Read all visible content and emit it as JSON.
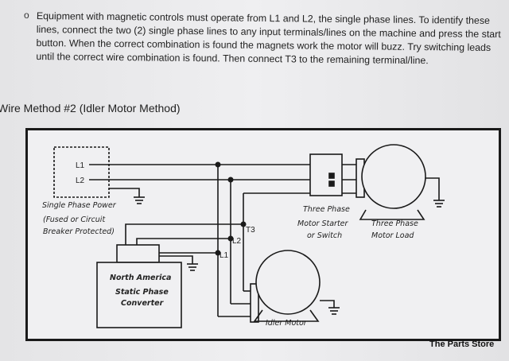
{
  "text": {
    "bullet": "o",
    "paragraph": "Equipment with magnetic controls must operate from L1 and L2, the single phase lines. To identify these lines, connect the two (2) single phase lines to any input terminals/lines on the machine and press the start button. When the correct combination is found the magnets work the motor will buzz. Try switching leads until the correct wire combination is found. Then connect T3 to the remaining terminal/line.",
    "heading": "Wire Method #2 (Idler Motor Method)"
  },
  "diagram": {
    "l1": "L1",
    "l2": "L2",
    "t3": "T3",
    "power_line1": "Single Phase Power",
    "power_line2": "(Fused or Circuit",
    "power_line3": "Breaker Protected)",
    "starter_line1": "Three Phase",
    "starter_line2": "Motor Starter",
    "starter_line3": "or Switch",
    "load_line1": "Three Phase",
    "load_line2": "Motor Load",
    "converter_line1": "North America",
    "converter_line2": "Static Phase",
    "converter_line3": "Converter",
    "idler": "Idler Motor"
  },
  "watermark": "The  Parts Store"
}
